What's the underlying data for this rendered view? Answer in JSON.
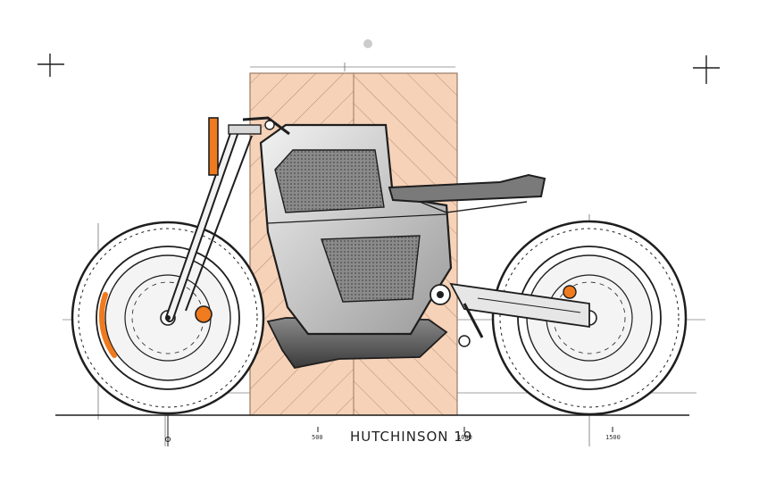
{
  "sketch": {
    "signature": "HUTCHINSON 19",
    "scale_labels": [
      "500",
      "1000",
      "1500"
    ],
    "colors": {
      "paper": "#ffffff",
      "ink": "#1e1e1e",
      "package_block": "#f6d2b8",
      "package_hatch": "#b88d6e",
      "accent_orange": "#f07a1e",
      "panel_gray": "#9a9a9a"
    }
  }
}
